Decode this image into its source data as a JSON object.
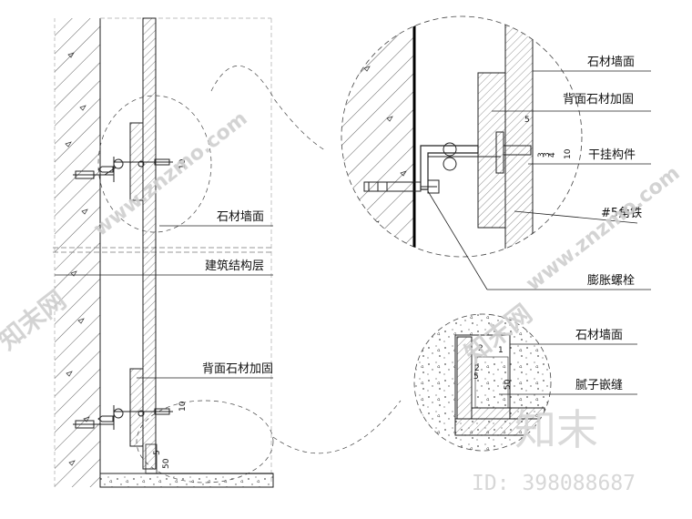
{
  "labels": {
    "main_stone_face": "石材墙面",
    "main_structure": "建筑结构层",
    "main_back_reinforce": "背面石材加固",
    "detail_stone_face": "石材墙面",
    "detail_back_reinforce": "背面石材加固",
    "detail_dry_hang": "干挂构件",
    "detail_angle_iron": "#5角铁",
    "detail_anchor_bolt": "膨胀螺栓",
    "corner_stone_face": "石材墙面",
    "corner_putty_joint": "腻子嵌缝"
  },
  "dimensions": {
    "main_gap_upper": "10",
    "main_gap_lower": "10",
    "main_base_small": "5",
    "main_base_large": "50",
    "detail_gap_5": "5",
    "detail_gap_10": "10",
    "detail_small_a": "3",
    "detail_small_b": "3",
    "detail_small_c": "4",
    "corner_top_1": "1",
    "corner_top_2": "2",
    "corner_side_2": "2",
    "corner_side_5": "5",
    "corner_depth_50": "50"
  },
  "watermark": {
    "site": "www.znzmo.com",
    "brand": "知末",
    "image_id": "ID: 398088687",
    "tile": "知末网"
  }
}
